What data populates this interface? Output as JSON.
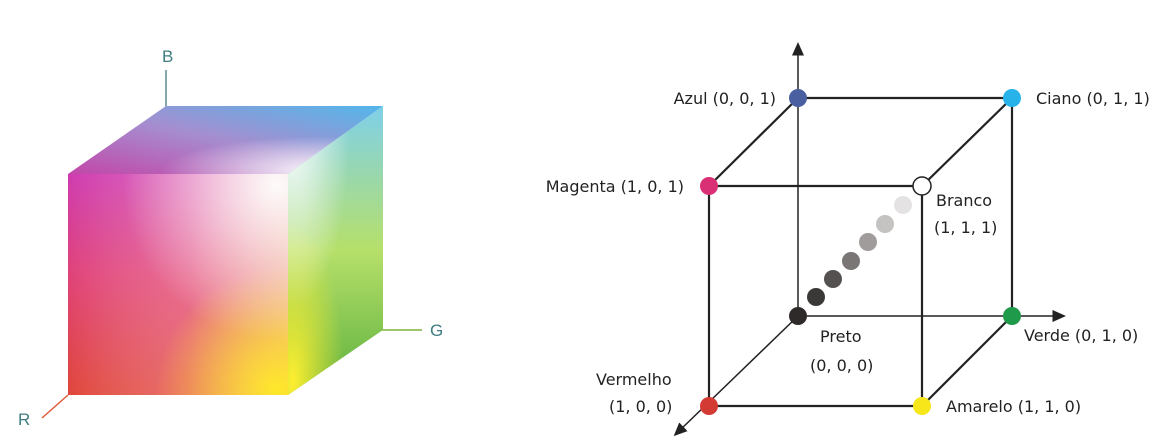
{
  "left_cube": {
    "axis_b": "B",
    "axis_g": "G",
    "axis_r": "R"
  },
  "right_cube": {
    "azul": "Azul (0, 0, 1)",
    "ciano": "Ciano (0, 1, 1)",
    "magenta": "Magenta (1, 0, 1)",
    "branco_line1": "Branco",
    "branco_line2": "(1, 1, 1)",
    "preto_line1": "Preto",
    "preto_line2": "(0, 0, 0)",
    "verde": "Verde (0, 1, 0)",
    "vermelho_line1": "Vermelho",
    "vermelho_line2": "(1, 0, 0)",
    "amarelo": "Amarelo (1, 1, 0)"
  },
  "colors": {
    "azul": "#4a5fa0",
    "ciano": "#28b2ea",
    "magenta": "#d92f74",
    "branco": "#ffffff",
    "preto": "#2e2a2a",
    "verde": "#1f9a4a",
    "vermelho": "#d33a34",
    "amarelo": "#f6e61a",
    "axis_label": "#3f7d80"
  }
}
